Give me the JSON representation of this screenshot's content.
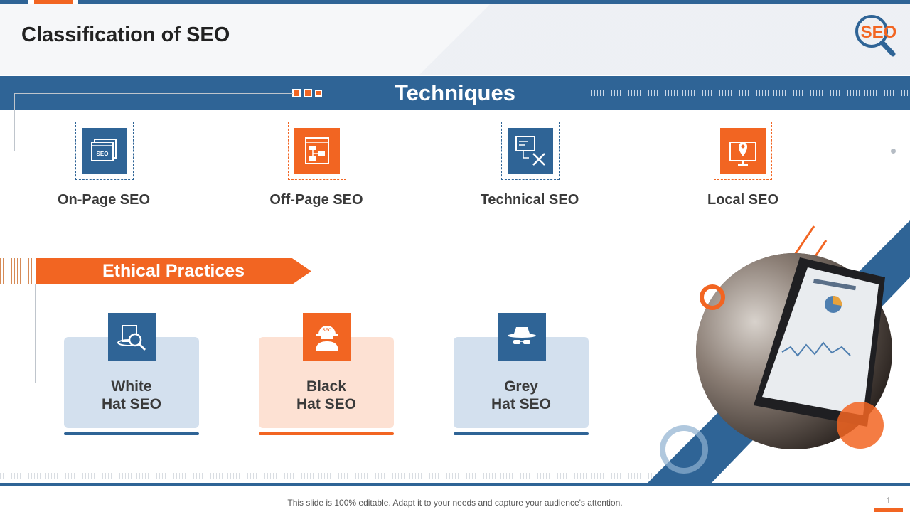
{
  "slide": {
    "title": "Classification of SEO",
    "logo_text": "SEO",
    "footer_text": "This slide is 100% editable. Adapt it to your needs and capture your audience's attention.",
    "page_number": "1"
  },
  "techniques": {
    "heading": "Techniques",
    "items": [
      {
        "label": "On-Page SEO",
        "icon": "seo-webpage-icon",
        "color": "#2f6496"
      },
      {
        "label": "Off-Page SEO",
        "icon": "sitemap-page-icon",
        "color": "#f26522"
      },
      {
        "label": "Technical SEO",
        "icon": "monitor-tools-icon",
        "color": "#2f6496"
      },
      {
        "label": "Local SEO",
        "icon": "map-pin-monitor-icon",
        "color": "#f26522"
      }
    ]
  },
  "ethical": {
    "heading": "Ethical Practices",
    "items": [
      {
        "label_line1": "White",
        "label_line2": "Hat SEO",
        "icon": "hat-magnifier-icon"
      },
      {
        "label_line1": "Black",
        "label_line2": "Hat SEO",
        "icon": "hacker-icon"
      },
      {
        "label_line1": "Grey",
        "label_line2": "Hat SEO",
        "icon": "hat-spy-icon"
      }
    ]
  },
  "colors": {
    "blue": "#2f6496",
    "orange": "#f26522",
    "card_blue": "#d3e0ee",
    "card_peach": "#fde1d3"
  }
}
